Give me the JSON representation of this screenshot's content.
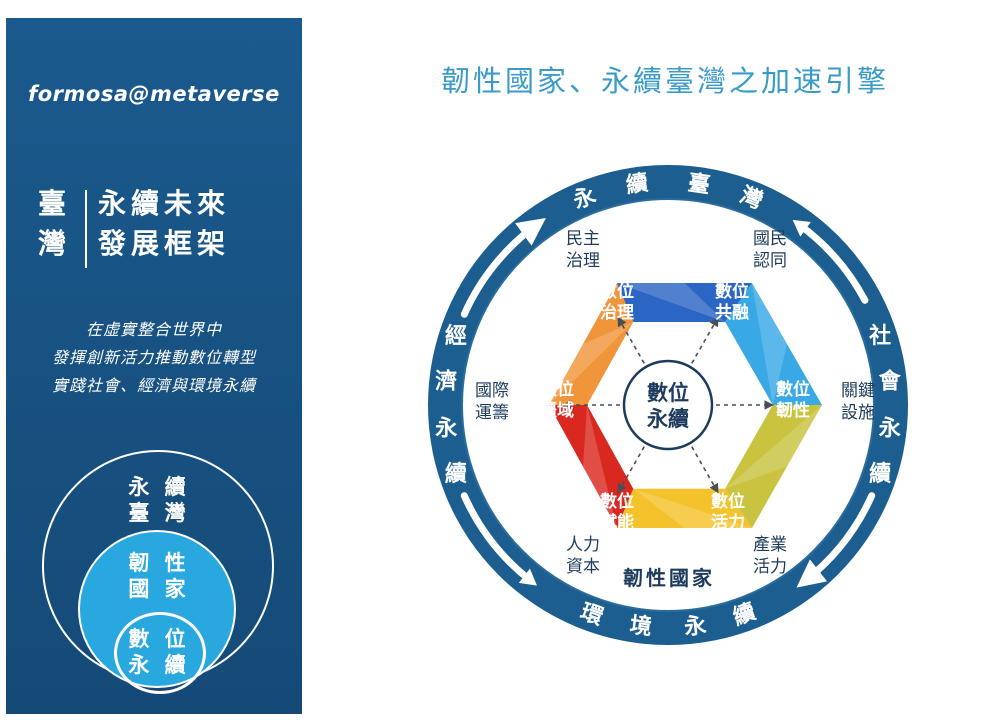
{
  "left_panel": {
    "email": "formosa@metaverse",
    "framework_left": [
      "臺",
      "灣"
    ],
    "framework_right": [
      "永續未來",
      "發展框架"
    ],
    "tagline": [
      "在虛實整合世界中",
      "發揮創新活力推動數位轉型",
      "實踐社會、經濟與環境永續"
    ],
    "nested": {
      "outer": [
        "永 續",
        "臺 灣"
      ],
      "middle": [
        "韌 性",
        "國 家"
      ],
      "inner": [
        "數 位",
        "永 續"
      ]
    }
  },
  "main_title": "韌性國家、永續臺灣之加速引擎",
  "ring": {
    "top": [
      "永",
      "續",
      "臺",
      "灣"
    ],
    "right": [
      "社",
      "會",
      "永",
      "續"
    ],
    "bottom": [
      "環",
      "境",
      "永",
      "續"
    ],
    "left": [
      "經",
      "濟",
      "永",
      "續"
    ]
  },
  "hexagon": {
    "center": [
      "數位",
      "永續"
    ],
    "vertices": [
      {
        "lines": [
          "數位",
          "治理"
        ]
      },
      {
        "lines": [
          "數位",
          "共融"
        ]
      },
      {
        "lines": [
          "數位",
          "韌性"
        ]
      },
      {
        "lines": [
          "數位",
          "活力"
        ]
      },
      {
        "lines": [
          "數位",
          "賦能"
        ]
      },
      {
        "lines": [
          "數位",
          "疆域"
        ]
      }
    ],
    "outer_labels": [
      {
        "lines": [
          "民主",
          "治理"
        ]
      },
      {
        "lines": [
          "國民",
          "認同"
        ]
      },
      {
        "lines": [
          "關鍵",
          "設施"
        ]
      },
      {
        "lines": [
          "產業",
          "活力"
        ]
      },
      {
        "lines": [
          "人力",
          "資本"
        ]
      },
      {
        "lines": [
          "國際",
          "運籌"
        ]
      }
    ],
    "bottom_caption": "韌性國家"
  },
  "colors": {
    "panel": "#17507f",
    "ring": "#1b5e8f",
    "title": "#3a9bc9",
    "text": "#1d3b5c",
    "nest_middle": "#29a8df",
    "hex_colors": [
      "#2b66c4",
      "#39a9e6",
      "#c9c33f",
      "#f4c22a",
      "#d9281f",
      "#f0953a"
    ]
  },
  "icons": [
    "curved-arrow-icon"
  ]
}
